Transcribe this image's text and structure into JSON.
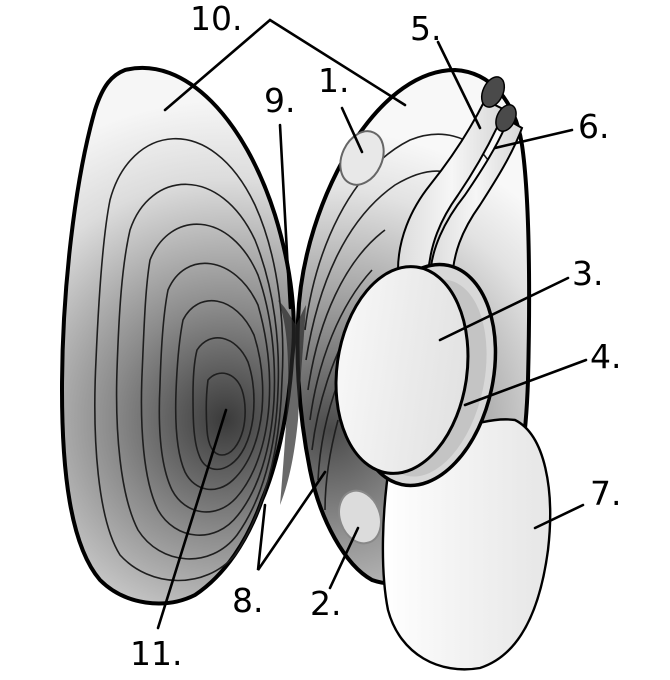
{
  "labels": {
    "l1": "1.",
    "l2": "2.",
    "l3": "3.",
    "l4": "4.",
    "l5": "5.",
    "l6": "6.",
    "l7": "7.",
    "l8": "8.",
    "l9": "9.",
    "l10": "10.",
    "l11": "11."
  },
  "colors": {
    "shell_dark": "#3a3a3a",
    "shell_light": "#f4f4f4",
    "outline": "#000000",
    "soft_tissue": "#eeeeee",
    "siphon_tip": "#4a4a4a"
  }
}
